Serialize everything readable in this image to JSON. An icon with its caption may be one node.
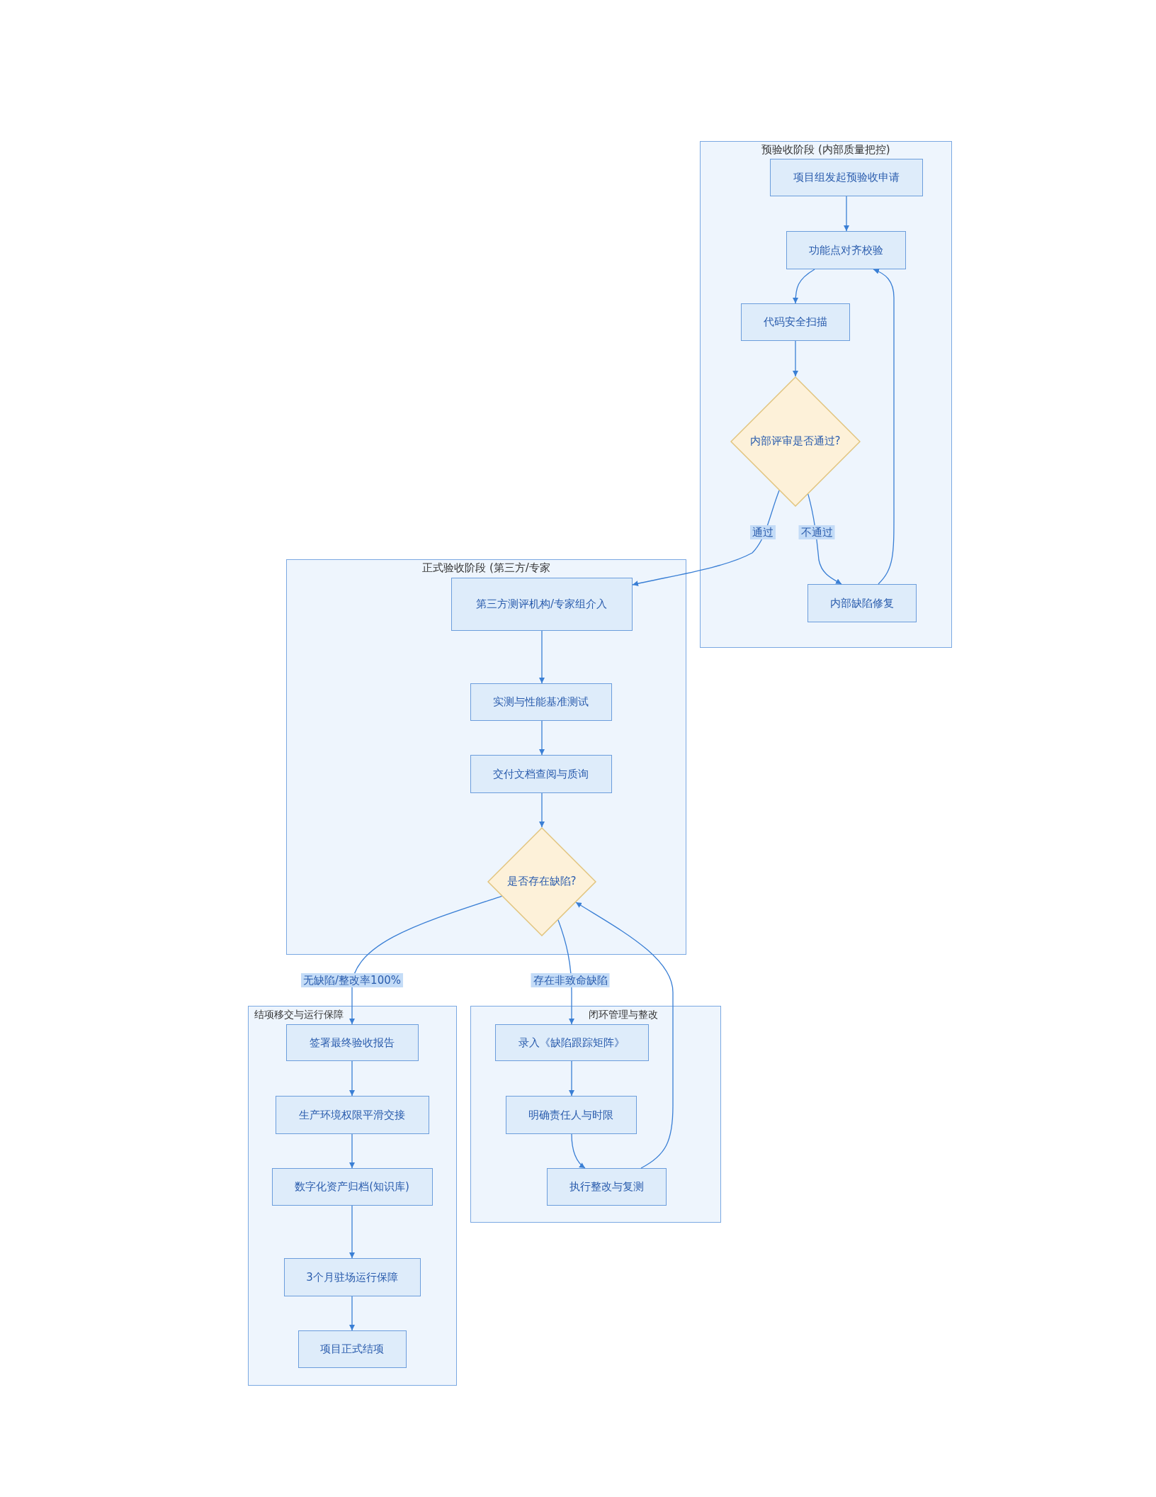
{
  "diagram": {
    "nodes": [
      {
        "text": [
          "预验收阶段 (内部质量把控)"
        ]
      },
      {
        "text": [
          "项目组发起预验收申请"
        ],
        "in": 0
      },
      {
        "text": [
          "功能点对齐校验"
        ],
        "in": 0
      },
      {
        "text": [
          "代码安全扫描"
        ],
        "in": 0
      },
      {
        "text": [
          "内部评审是否通过?"
        ],
        "in": 0
      },
      {
        "text": [
          "内部缺陷修复"
        ],
        "in": 0
      },
      {
        "text": [
          "正式验收阶段 (第三方/专家"
        ]
      },
      {
        "text": [
          "第三方测评机构/专家组介入"
        ],
        "in": 6
      },
      {
        "text": [
          "实测与性能基准测试"
        ],
        "in": 6
      },
      {
        "text": [
          "交付文档查阅与质询"
        ],
        "in": 6
      },
      {
        "text": [
          "是否存在缺陷?"
        ],
        "in": 6
      },
      {
        "text": [
          "结项移交与运行保障"
        ]
      },
      {
        "text": [
          "签署最终验收报告"
        ],
        "in": 11
      },
      {
        "text": [
          "生产环境权限平滑交接"
        ],
        "in": 11
      },
      {
        "text": [
          "数字化资产归档(知识库)"
        ],
        "in": 11
      },
      {
        "text": [
          "3个月驻场运行保障"
        ],
        "in": 11
      },
      {
        "text": [
          "项目正式结项"
        ],
        "in": 11
      },
      {
        "text": [
          "闭环管理与整改"
        ]
      },
      {
        "text": [
          "录入《缺陷跟踪矩阵》"
        ],
        "in": 17
      },
      {
        "text": [
          "明确责任人与时限"
        ],
        "in": 17
      },
      {
        "text": [
          "执行整改与复测"
        ],
        "in": 17
      }
    ],
    "edges": [
      {
        "from": 1,
        "to": 2,
        "arrow": "to"
      },
      {
        "from": 2,
        "to": 3,
        "arrow": "to"
      },
      {
        "from": 3,
        "to": 4,
        "arrow": "to"
      },
      {
        "from": 4,
        "to": 7,
        "arrow": "to",
        "label": "通过"
      },
      {
        "from": 4,
        "to": 5,
        "arrow": "to",
        "label": "不通过"
      },
      {
        "from": 5,
        "to": 2,
        "arrow": "to"
      },
      {
        "from": 7,
        "to": 8,
        "arrow": "to"
      },
      {
        "from": 8,
        "to": 9,
        "arrow": "to"
      },
      {
        "from": 9,
        "to": 10,
        "arrow": "to"
      },
      {
        "from": 10,
        "to": 12,
        "arrow": "to",
        "label": "无缺陷/整改率100%"
      },
      {
        "from": 10,
        "to": 18,
        "arrow": "to",
        "label": "存在非致命缺陷"
      },
      {
        "from": 18,
        "to": 19,
        "arrow": "to"
      },
      {
        "from": 19,
        "to": 20,
        "arrow": "to"
      },
      {
        "from": 20,
        "to": 10,
        "arrow": "to"
      },
      {
        "from": 12,
        "to": 13,
        "arrow": "to"
      },
      {
        "from": 13,
        "to": 14,
        "arrow": "to"
      },
      {
        "from": 14,
        "to": 15,
        "arrow": "to"
      },
      {
        "from": 15,
        "to": 16,
        "arrow": "to"
      }
    ]
  }
}
